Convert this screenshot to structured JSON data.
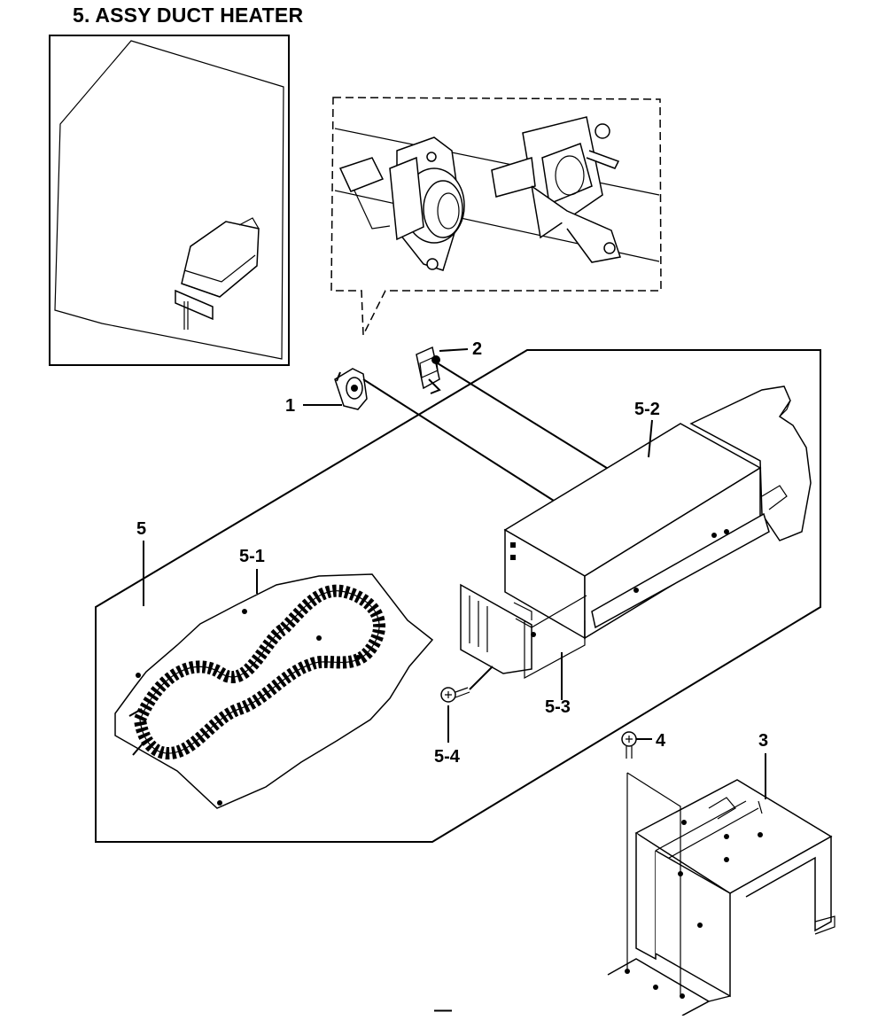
{
  "title": "5. ASSY DUCT HEATER",
  "labels": {
    "p1": "1",
    "p2": "2",
    "p3": "3",
    "p4": "4",
    "p5": "5",
    "p5_1": "5-1",
    "p5_2": "5-2",
    "p5_3": "5-3",
    "p5_4": "5-4"
  },
  "bottom_mark": "—"
}
